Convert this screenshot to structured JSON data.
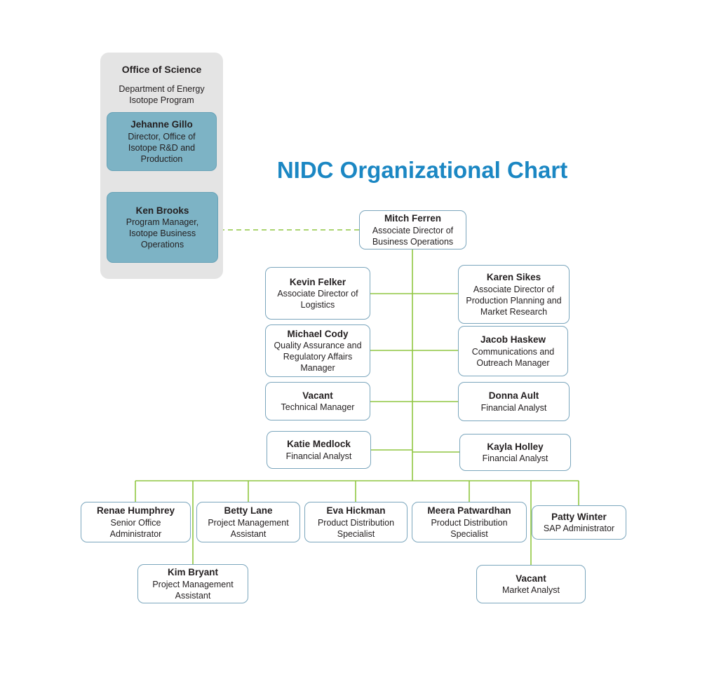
{
  "title": "NIDC Organizational Chart",
  "colors": {
    "title_blue": "#1b87c3",
    "connector_green": "#8fc640",
    "node_border_blue": "#7ba6bd",
    "highlight_teal": "#7db3c5",
    "panel_gray": "#e4e4e4"
  },
  "office_of_science": {
    "heading": "Office of Science",
    "subheading": "Department of Energy\nIsotope Program",
    "director": {
      "name": "Jehanne Gillo",
      "title": "Director, Office of Isotope R&D and Production"
    },
    "program_manager": {
      "name": "Ken Brooks",
      "title": "Program Manager, Isotope Business Operations"
    }
  },
  "chart": {
    "root": {
      "name": "Mitch Ferren",
      "title": "Associate Director of Business Operations"
    },
    "middle_left": [
      {
        "name": "Kevin Felker",
        "title": "Associate Director of Logistics"
      },
      {
        "name": "Michael Cody",
        "title": "Quality Assurance and Regulatory Affairs Manager"
      },
      {
        "name": "Vacant",
        "title": "Technical Manager"
      },
      {
        "name": "Katie Medlock",
        "title": "Financial Analyst"
      }
    ],
    "middle_right": [
      {
        "name": "Karen Sikes",
        "title": "Associate Director of Production Planning and Market Research"
      },
      {
        "name": "Jacob Haskew",
        "title": "Communications and Outreach Manager"
      },
      {
        "name": "Donna Ault",
        "title": "Financial Analyst"
      },
      {
        "name": "Kayla Holley",
        "title": "Financial Analyst"
      }
    ],
    "bottom_row": [
      {
        "name": "Renae Humphrey",
        "title": "Senior Office Administrator"
      },
      {
        "name": "Betty Lane",
        "title": "Project Management Assistant"
      },
      {
        "name": "Eva Hickman",
        "title": "Product Distribution Specialist"
      },
      {
        "name": "Meera Patwardhan",
        "title": "Product Distribution Specialist"
      },
      {
        "name": "Patty Winter",
        "title": "SAP Administrator"
      }
    ],
    "lower_row": [
      {
        "name": "Kim Bryant",
        "title": "Project Management Assistant"
      },
      {
        "name": "Vacant",
        "title": "Market Analyst"
      }
    ]
  }
}
